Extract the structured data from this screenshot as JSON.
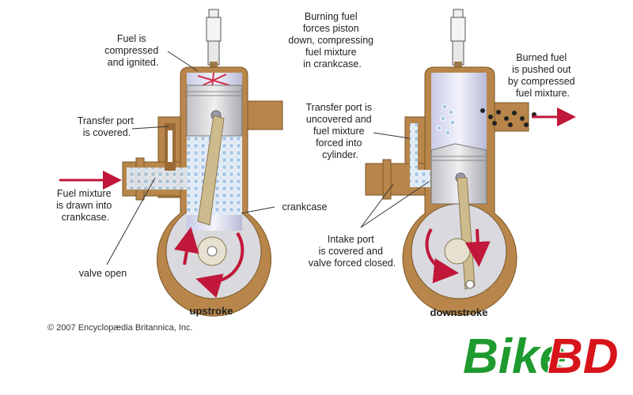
{
  "labels": {
    "fuel_compressed": [
      "Fuel is",
      "compressed",
      "and ignited."
    ],
    "transfer_covered": [
      "Transfer port",
      "is covered."
    ],
    "fuel_drawn": [
      "Fuel mixture",
      "is drawn into",
      "crankcase."
    ],
    "valve_open": "valve open",
    "crankcase": "crankcase",
    "burning_fuel": [
      "Burning fuel",
      "forces piston",
      "down, compressing",
      "fuel mixture",
      "in crankcase."
    ],
    "transfer_uncovered": [
      "Transfer port is",
      "uncovered and",
      "fuel mixture",
      "forced into",
      "cylinder."
    ],
    "intake_covered": [
      "Intake port",
      "is covered and",
      "valve forced closed."
    ],
    "burned_fuel": [
      "Burned fuel",
      "is pushed out",
      "by compressed",
      "fuel mixture."
    ]
  },
  "captions": {
    "upstroke": "upstroke",
    "downstroke": "downstroke"
  },
  "copyright": "© 2007 Encyclopædia Britannica, Inc.",
  "logo": {
    "part1": "Bike",
    "part2": "BD",
    "color1": "#1e9a2e",
    "color2": "#d8141b"
  },
  "colors": {
    "casing": "#b8864a",
    "casing_dark": "#7a5525",
    "arrow": "#c0173a",
    "mixture": "#a9c8e6"
  }
}
